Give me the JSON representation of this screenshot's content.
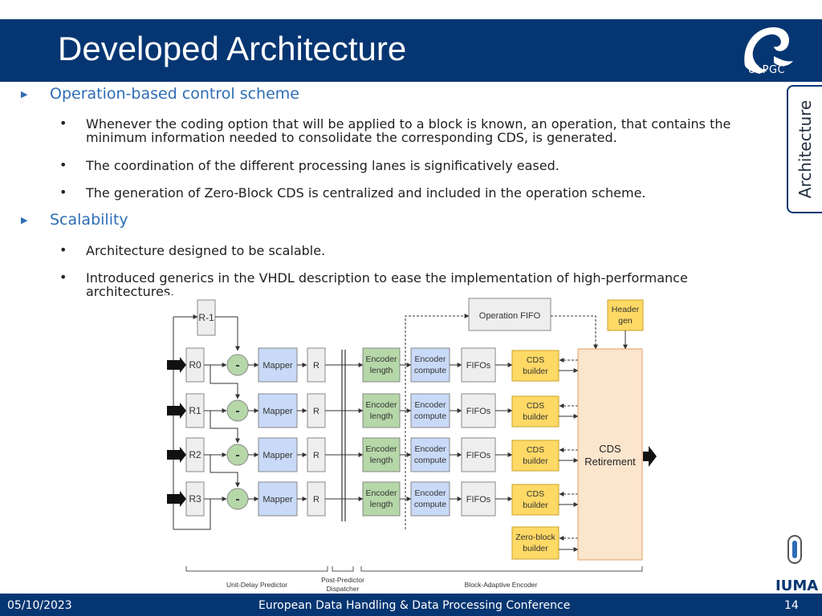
{
  "slide": {
    "title": "Developed Architecture",
    "logo_text": "ULPGC",
    "side_tab": "Architecture",
    "iuma_text": "IUMA"
  },
  "sections": [
    {
      "heading": "Operation-based control scheme",
      "bullets": [
        "Whenever the coding option that will be applied to a block is known, an operation, that contains the minimum information needed to consolidate the corresponding CDS, is generated.",
        "The coordination of the different processing lanes is significatively eased.",
        "The generation of Zero-Block CDS is centralized and included in the operation scheme."
      ]
    },
    {
      "heading": "Scalability",
      "bullets": [
        "Architecture designed to be scalable.",
        "Introduced generics in the VHDL description to ease the implementation of high-performance architectures."
      ]
    }
  ],
  "diagram": {
    "r_minus1": "R-1",
    "lanes": [
      {
        "r": "R0",
        "minus": "-",
        "mapper": "Mapper",
        "reg": "R",
        "enc_len": [
          "Encoder",
          "length"
        ],
        "enc_comp": [
          "Encoder",
          "compute"
        ],
        "fifos": "FIFOs",
        "cds": [
          "CDS",
          "builder"
        ]
      },
      {
        "r": "R1",
        "minus": "-",
        "mapper": "Mapper",
        "reg": "R",
        "enc_len": [
          "Encoder",
          "length"
        ],
        "enc_comp": [
          "Encoder",
          "compute"
        ],
        "fifos": "FIFOs",
        "cds": [
          "CDS",
          "builder"
        ]
      },
      {
        "r": "R2",
        "minus": "-",
        "mapper": "Mapper",
        "reg": "R",
        "enc_len": [
          "Encoder",
          "length"
        ],
        "enc_comp": [
          "Encoder",
          "compute"
        ],
        "fifos": "FIFOs",
        "cds": [
          "CDS",
          "builder"
        ]
      },
      {
        "r": "R3",
        "minus": "-",
        "mapper": "Mapper",
        "reg": "R",
        "enc_len": [
          "Encoder",
          "length"
        ],
        "enc_comp": [
          "Encoder",
          "compute"
        ],
        "fifos": "FIFOs",
        "cds": [
          "CDS",
          "builder"
        ]
      }
    ],
    "operation_fifo": "Operation FIFO",
    "header_gen": [
      "Header",
      "gen"
    ],
    "zero_block": [
      "Zero-block",
      "builder"
    ],
    "cds_retirement": [
      "CDS",
      "Retirement"
    ],
    "groups": {
      "unit_delay": "Unit-Delay Predictor",
      "post_predictor": [
        "Post-Predictor",
        "Dispatcher"
      ],
      "block_adaptive": "Block-Adaptive Encoder"
    },
    "colors": {
      "gray_block": "#eeeeee",
      "blue_block": "#c9daf8",
      "green_block": "#b6d7a8",
      "yellow_block": "#ffd966",
      "retirement_block": "#fce5cd"
    }
  },
  "footer": {
    "date": "05/10/2023",
    "conference": "European Data Handling & Data Processing Conference",
    "page": "14"
  }
}
